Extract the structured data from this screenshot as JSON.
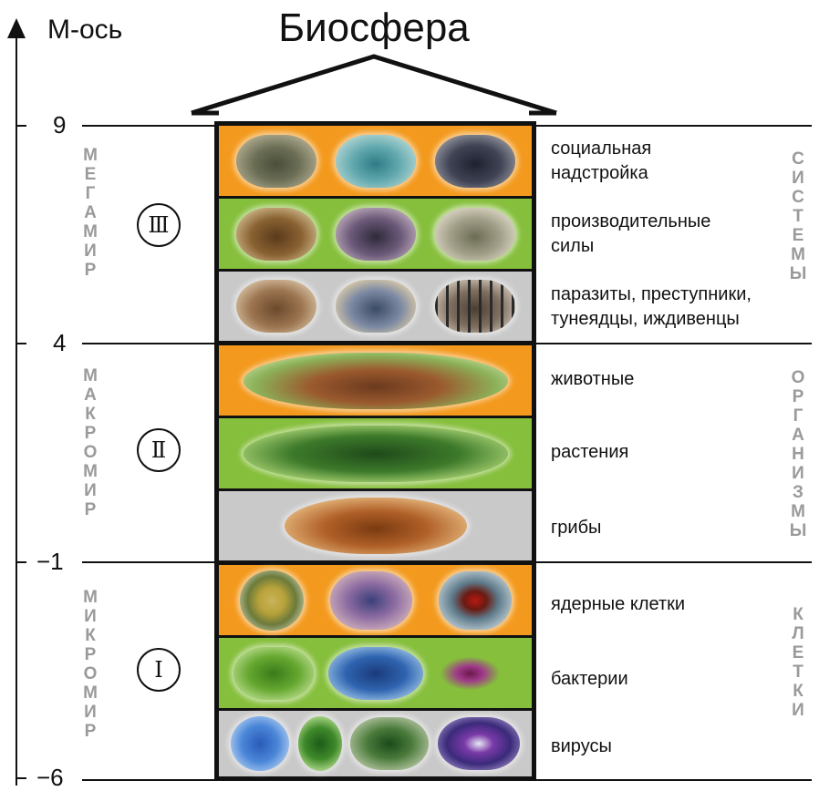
{
  "title": "Биосфера",
  "axis": {
    "title": "М-ось",
    "ticks": [
      "9",
      "4",
      "−1",
      "−6"
    ]
  },
  "worlds": [
    {
      "roman": "Ⅲ",
      "letters": [
        "М",
        "Е",
        "Г",
        "А",
        "М",
        "И",
        "Р"
      ]
    },
    {
      "roman": "Ⅱ",
      "letters": [
        "М",
        "А",
        "К",
        "Р",
        "О",
        "М",
        "И",
        "Р"
      ]
    },
    {
      "roman": "Ⅰ",
      "letters": [
        "М",
        "И",
        "К",
        "Р",
        "О",
        "М",
        "И",
        "Р"
      ]
    }
  ],
  "systems": [
    {
      "letters": [
        "С",
        "И",
        "С",
        "Т",
        "Е",
        "М",
        "Ы"
      ]
    },
    {
      "letters": [
        "О",
        "Р",
        "Г",
        "А",
        "Н",
        "И",
        "З",
        "М",
        "Ы"
      ]
    },
    {
      "letters": [
        "К",
        "Л",
        "Е",
        "Т",
        "К",
        "И"
      ]
    }
  ],
  "levels": [
    {
      "label": "социальная надстройка",
      "color": "orange",
      "images": [
        "soldiers-image",
        "surgeons-image",
        "audience-image"
      ]
    },
    {
      "label": "производительные силы",
      "color": "green",
      "images": [
        "horse-plowing-image",
        "factory-image",
        "sheep-flock-image"
      ]
    },
    {
      "label": "паразиты, преступники, тунеядцы, иждивенцы",
      "color": "gray",
      "images": [
        "beggar-image",
        "lazy-man-image",
        "prisoners-image"
      ]
    },
    {
      "label": "животные",
      "color": "orange",
      "images": [
        "cows-image"
      ]
    },
    {
      "label": "растения",
      "color": "green",
      "images": [
        "forest-image"
      ]
    },
    {
      "label": "грибы",
      "color": "gray",
      "images": [
        "mushrooms-image"
      ]
    },
    {
      "label": "ядерные клетки",
      "color": "orange",
      "images": [
        "plant-cell-image",
        "animal-cell-image",
        "red-nucleus-cell-image"
      ]
    },
    {
      "label": "бактерии",
      "color": "green",
      "images": [
        "green-bacteria-image",
        "blue-bacilli-image",
        "flagellated-bacterium-image"
      ]
    },
    {
      "label": "вирусы",
      "color": "gray",
      "images": [
        "blue-virus-image",
        "green-virus-image",
        "phage-image",
        "purple-virus-image"
      ]
    }
  ],
  "colors": {
    "orange": "#f39a1e",
    "green": "#86bf3c",
    "gray": "#c9c9c9",
    "side_text": "#9a9a9a"
  }
}
